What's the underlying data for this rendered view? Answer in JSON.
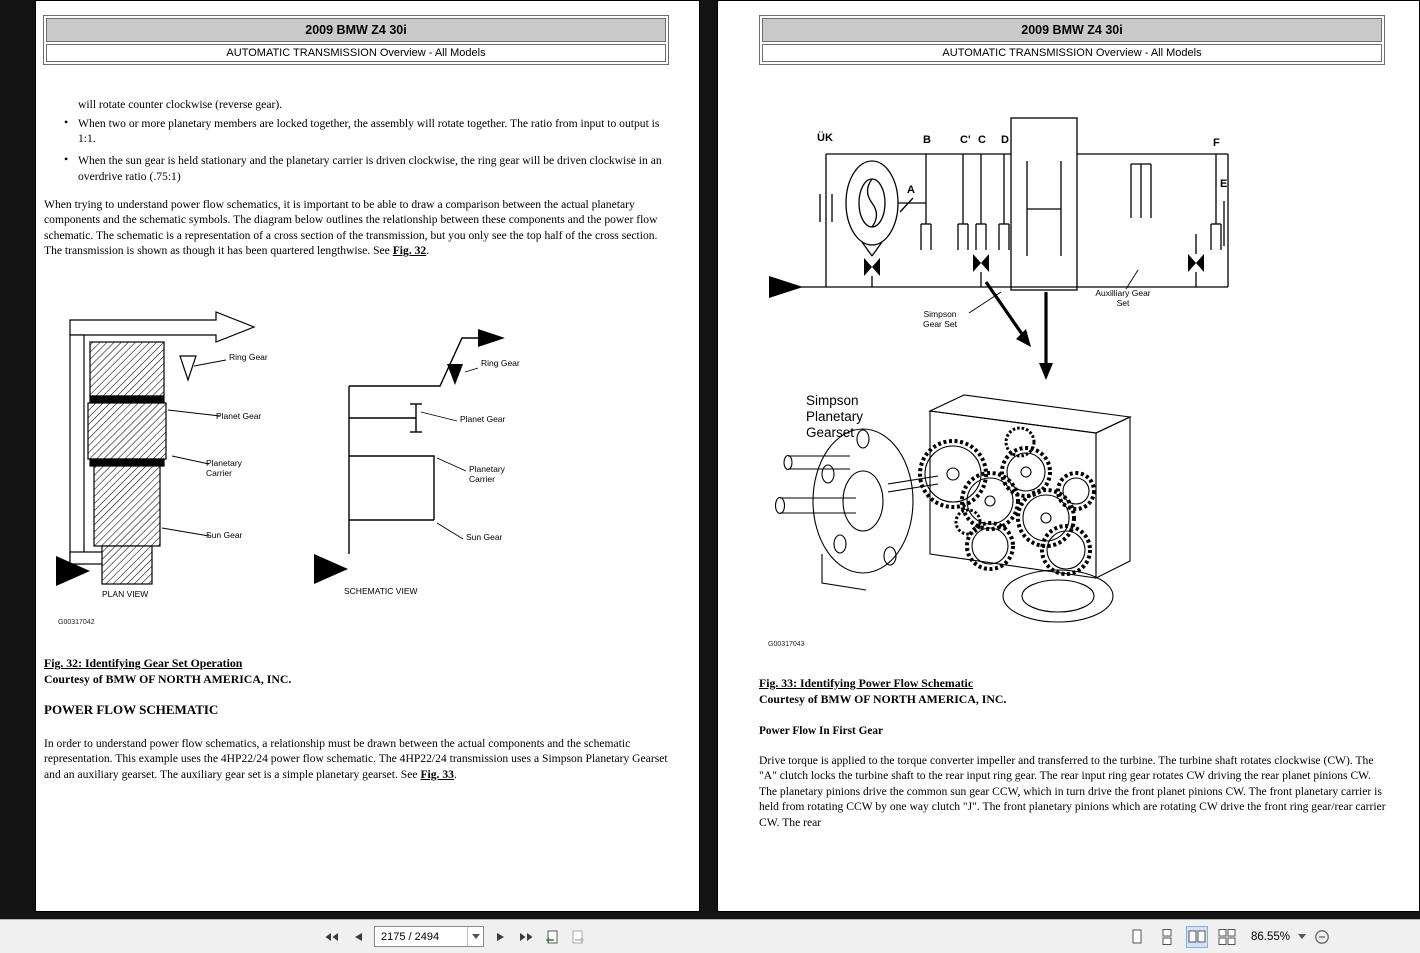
{
  "toolbar": {
    "page_input": "2175 / 2494",
    "zoom_level": "86.55%"
  },
  "colors": {
    "selected_view_bg": "#cfe2f7",
    "selected_view_border": "#86aede",
    "header_bar_bg": "#c9c9c9",
    "canvas_bg": "#141414"
  },
  "icons": {
    "first-page-icon": "double-left-triangle",
    "previous-page-icon": "left-triangle",
    "next-page-icon": "right-triangle",
    "last-page-icon": "double-right-triangle",
    "previous-view-icon": "page-with-arrow",
    "next-view-icon": "page-with-arrow",
    "single-page-view-icon": "one-rect",
    "continuous-view-icon": "stacked-rects",
    "two-page-view-icon": "two-rects",
    "two-page-continuous-view-icon": "rect-grid",
    "zoom-dropdown-caret-icon": "down-caret",
    "zoom-out-icon": "circle-minus"
  },
  "pages": {
    "left": {
      "header_title": "2009 BMW Z4 30i",
      "header_subtitle": "AUTOMATIC TRANSMISSION Overview - All Models",
      "cont_line": "will rotate counter clockwise (reverse gear).",
      "bullets": [
        "When two or more planetary members are locked together, the assembly will rotate together. The ratio from input to output is 1:1.",
        "When the sun gear is held stationary and the planetary carrier is driven clockwise, the ring gear will be driven clockwise in an overdrive ratio (.75:1)"
      ],
      "para1_pre": "When trying to understand power flow schematics, it is important to be able to draw a comparison between the actual planetary components and the schematic symbols. The diagram below outlines the relationship between these components and the power flow schematic. The schematic is a representation of a cross section of the transmission, but you only see the top half of the cross section. The transmission is shown as though it has been quartered lengthwise. See ",
      "para1_link": "Fig. 32",
      "para1_end": ".",
      "figure": {
        "plan": {
          "ring": "Ring Gear",
          "planet": "Planet Gear",
          "carrier": "Planetary Carrier",
          "sun": "Sun Gear",
          "caption": "PLAN VIEW"
        },
        "schematic": {
          "ring": "Ring Gear",
          "planet": "Planet Gear",
          "carrier": "Planetary Carrier",
          "sun": "Sun Gear",
          "caption": "SCHEMATIC VIEW"
        },
        "code": "G00317042"
      },
      "fig_caption": "Fig. 32: Identifying Gear Set Operation",
      "fig_courtesy": "Courtesy of BMW OF NORTH AMERICA, INC.",
      "section_heading": "POWER FLOW SCHEMATIC",
      "para2_pre": "In order to understand power flow schematics, a relationship must be drawn between the actual components and the schematic representation. This example uses the 4HP22/24 power flow schematic. The 4HP22/24 transmission uses a Simpson Planetary Gearset and an auxiliary gearset. The auxiliary gear set is a simple planetary gearset. See ",
      "para2_link": "Fig. 33",
      "para2_end": "."
    },
    "right": {
      "header_title": "2009 BMW Z4 30i",
      "header_subtitle": "AUTOMATIC TRANSMISSION Overview - All Models",
      "schematic": {
        "uk": "ÜK",
        "a": "A",
        "b": "B",
        "c_prime": "C'",
        "c": "C",
        "d": "D",
        "f": "F",
        "e": "E",
        "simpson_label": "Simpson Gear Set",
        "aux_label": "Auxilliary Gear Set",
        "gearset_title": "Simpson Planetary Gearset",
        "code": "G00317043"
      },
      "fig_caption": "Fig. 33: Identifying Power Flow Schematic",
      "fig_courtesy": "Courtesy of BMW OF NORTH AMERICA, INC.",
      "sub_heading": "Power Flow In First Gear",
      "para": "Drive torque is applied to the torque converter impeller and transferred to the turbine. The turbine shaft rotates clockwise (CW). The \"A\" clutch locks the turbine shaft to the rear input ring gear. The rear input ring gear rotates CW driving the rear planet pinions CW. The planetary pinions drive the common sun gear CCW, which in turn drive the front planet pinions CW. The front planetary carrier is held from rotating CCW by one way clutch \"J\". The front planetary pinions which are rotating CW drive the front ring gear/rear carrier CW. The rear"
    }
  }
}
